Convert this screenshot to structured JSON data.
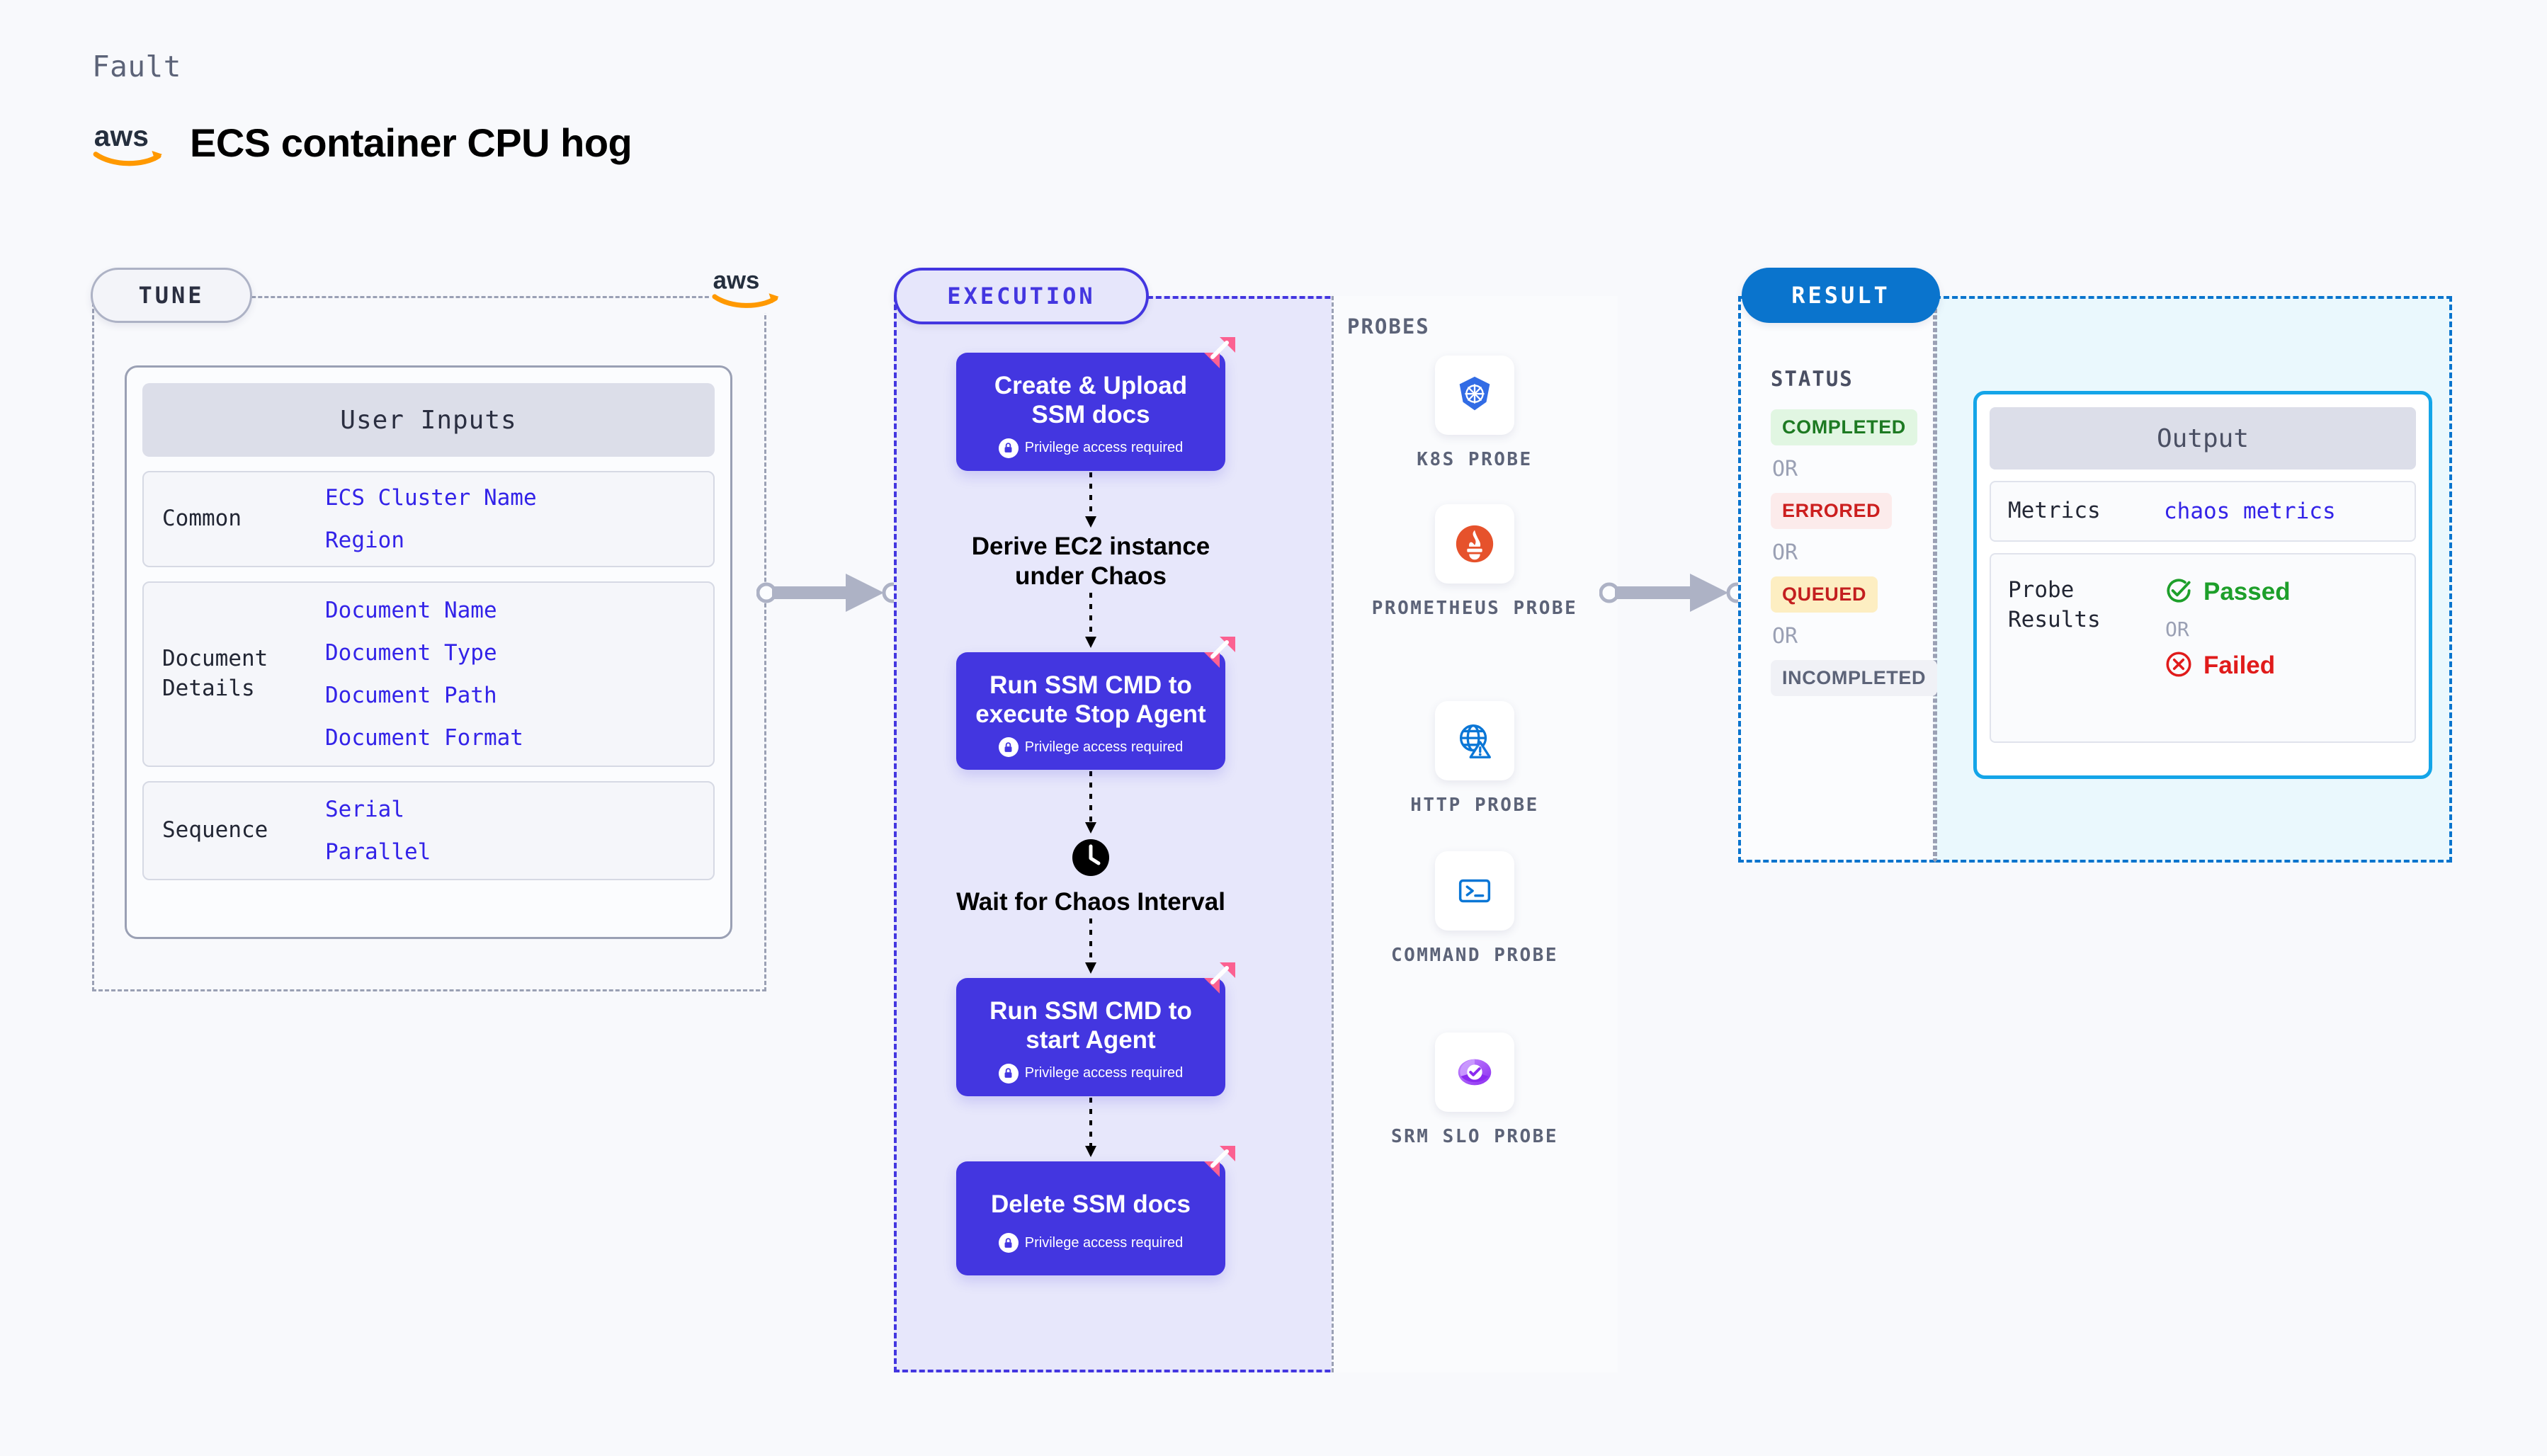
{
  "header": {
    "kicker": "Fault",
    "title": "ECS container CPU hog",
    "logo_icon": "aws-logo"
  },
  "tune": {
    "pill_label": "TUNE",
    "aws_icon": "aws-logo",
    "card_title": "User Inputs",
    "groups": [
      {
        "label": "Common",
        "values": [
          "ECS Cluster Name",
          "Region"
        ]
      },
      {
        "label": "Document\nDetails",
        "values": [
          "Document Name",
          "Document Type",
          "Document Path",
          "Document Format"
        ]
      },
      {
        "label": "Sequence",
        "values": [
          "Serial",
          "Parallel"
        ]
      }
    ]
  },
  "execution": {
    "pill_label": "EXECUTION",
    "privilege_note": "Privilege access required",
    "lock_icon": "lock-icon",
    "badge_icon": "harness-badge-icon",
    "steps": [
      {
        "type": "task",
        "title": "Create & Upload SSM docs",
        "privileged": true
      },
      {
        "type": "plain",
        "title": "Derive EC2 instance under Chaos",
        "icon": ""
      },
      {
        "type": "task",
        "title": "Run SSM CMD to execute Stop Agent",
        "privileged": true
      },
      {
        "type": "plain",
        "title": "Wait for Chaos Interval",
        "icon": "clock-icon"
      },
      {
        "type": "task",
        "title": "Run SSM CMD to start Agent",
        "privileged": true
      },
      {
        "type": "task",
        "title": "Delete SSM docs",
        "privileged": true
      }
    ]
  },
  "probes": {
    "title": "PROBES",
    "items": [
      {
        "label": "K8S PROBE",
        "icon": "kubernetes-icon"
      },
      {
        "label": "PROMETHEUS PROBE",
        "icon": "prometheus-icon"
      },
      {
        "label": "HTTP PROBE",
        "icon": "http-globe-icon"
      },
      {
        "label": "COMMAND PROBE",
        "icon": "terminal-icon"
      },
      {
        "label": "SRM SLO PROBE",
        "icon": "srm-slo-icon"
      }
    ]
  },
  "result": {
    "pill_label": "RESULT",
    "status_title": "STATUS",
    "or_label": "OR",
    "statuses": [
      {
        "label": "COMPLETED",
        "bg": "#e1f6e2",
        "fg": "#1d7a22"
      },
      {
        "label": "ERRORED",
        "bg": "#fcebeb",
        "fg": "#cc1f1f"
      },
      {
        "label": "QUEUED",
        "bg": "#fdeec2",
        "fg": "#c31f1f"
      },
      {
        "label": "INCOMPLETED",
        "bg": "#f0f1f6",
        "fg": "#5c6378"
      }
    ],
    "output": {
      "card_title": "Output",
      "metrics_label": "Metrics",
      "metrics_value": "chaos metrics",
      "probe_results_label": "Probe\nResults",
      "passed_label": "Passed",
      "failed_label": "Failed",
      "or_label": "OR",
      "passed_icon": "check-circle-icon",
      "failed_icon": "x-circle-icon"
    }
  },
  "connectors": {
    "arrow_icon": "arrow-right-icon",
    "colors": {
      "accent_purple": "#4336e0",
      "accent_blue": "#0a74cd",
      "muted": "#9aa0b4"
    }
  }
}
